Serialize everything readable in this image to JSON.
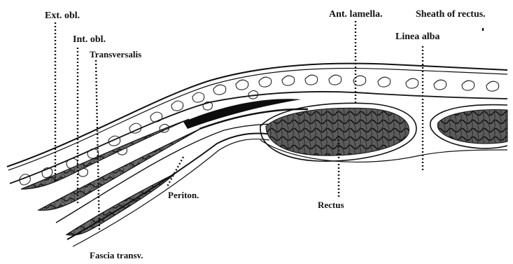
{
  "labels": {
    "ext_obl": "Ext. obl.",
    "int_obl": "Int. obl.",
    "transversalis": "Transversalis",
    "ant_lamella": "Ant. lamella.",
    "sheath_of_rectus": "Sheath of rectus.",
    "linea_alba": "Linea alba",
    "periton": "Periton.",
    "rectus": "Rectus",
    "fascia_transv": "Fascia transv."
  },
  "colors": {
    "ink": "#111111",
    "paper": "#ffffff",
    "muscle_shade": "#3a3a3a"
  }
}
